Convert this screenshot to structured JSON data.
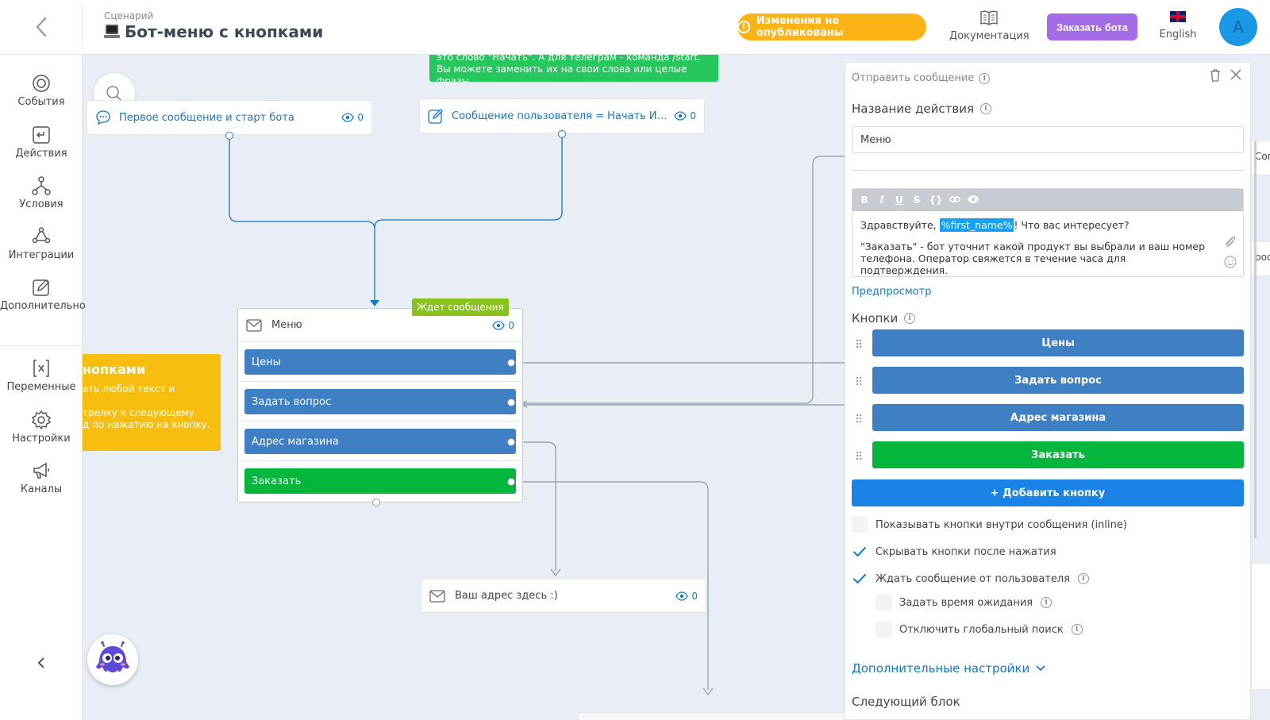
{
  "header": {
    "crumb": "Сценарий",
    "title": "Бот-меню с кнопками",
    "unpublished": "Изменения не опубликованы",
    "docs": "Документация",
    "order_bot": "Заказать бота",
    "language": "English",
    "avatar_letter": "A"
  },
  "sidebar": {
    "items": [
      {
        "label": "События",
        "icon": "target-icon"
      },
      {
        "label": "Действия",
        "icon": "action-icon"
      },
      {
        "label": "Условия",
        "icon": "branch-icon"
      },
      {
        "label": "Интеграции",
        "icon": "integration-icon"
      },
      {
        "label": "Дополнительно",
        "icon": "edit-icon"
      },
      {
        "label": "Переменные",
        "icon": "variable-icon"
      },
      {
        "label": "Настройки",
        "icon": "gear-icon"
      },
      {
        "label": "Каналы",
        "icon": "megaphone-icon"
      }
    ]
  },
  "canvas": {
    "note_green": "это слово \"Начать\". А для телеграм - команда /start. Вы можете заменить их на свои слова или целые фразы",
    "note_yellow_title": "нопками",
    "note_yellow_text": "ать любой текст и\n\nтрелку к следующему\nд по нажатию на кнопку.",
    "trigger1": {
      "label": "Первое сообщение и старт бота",
      "views": "0"
    },
    "trigger2": {
      "label": "Сообщение пользователя = Начать ИЛИ С...",
      "views": "0"
    },
    "menu": {
      "title": "Меню",
      "views": "0",
      "waiting": "Ждет сообщения",
      "buttons": [
        "Цены",
        "Задать вопрос",
        "Адрес магазина",
        "Заказать"
      ]
    },
    "address": {
      "title": "Ваш адрес здесь :)",
      "views": "0"
    },
    "right_a": "Сопр",
    "right_b": "рос п"
  },
  "panel": {
    "header": "Отправить сообщение",
    "name_label": "Название действия",
    "name_value": "Меню",
    "toolbar": [
      "B",
      "I",
      "U",
      "S",
      "{}"
    ],
    "msg_prefix": "Здравствуйте, ",
    "msg_var": "%first_name%",
    "msg_suffix": "! Что вас интересует?",
    "msg_para2": "\"Заказать\" - бот уточнит какой продукт вы выбрали и ваш номер телефона. Оператор свяжется в течение часа для подтверждения.",
    "preview": "Предпросмотр",
    "buttons_label": "Кнопки",
    "buttons": [
      "Цены",
      "Задать вопрос",
      "Адрес магазина",
      "Заказать"
    ],
    "add_button": "+ Добавить кнопку",
    "checkboxes": [
      {
        "label": "Показывать кнопки внутри сообщения (inline)",
        "checked": false
      },
      {
        "label": "Скрывать кнопки после нажатия",
        "checked": true
      },
      {
        "label": "Ждать сообщение от пользователя",
        "checked": true
      },
      {
        "label": "Задать время ожидания",
        "checked": false
      },
      {
        "label": "Отключить глобальный поиск",
        "checked": false
      }
    ],
    "advanced": "Дополнительные настройки",
    "next_block": "Следующий блок"
  },
  "colors": {
    "blue_button": "#3f80c4",
    "green_button": "#04b63c",
    "accent": "#1a83e6",
    "warning": "#fbb316",
    "purple": "#a36be6"
  }
}
